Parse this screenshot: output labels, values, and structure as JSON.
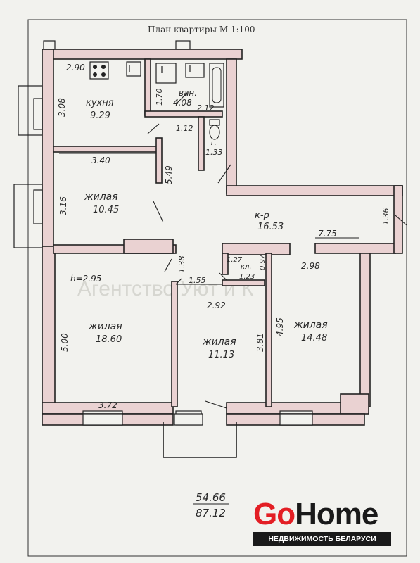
{
  "title": "План квартиры М 1:100",
  "watermark": "Агентство Уют и К",
  "ceiling_height": "h=2.95",
  "rooms": {
    "kitchen": {
      "name": "кухня",
      "area": "9.29"
    },
    "bath": {
      "name": "ван.",
      "area": "4.08"
    },
    "toilet": {
      "name": "т.",
      "area": "1.33"
    },
    "living1": {
      "name": "жилая",
      "area": "10.45"
    },
    "corridor": {
      "name": "к-р",
      "area": "16.53"
    },
    "closet": {
      "name": "кл.",
      "area": "1.23"
    },
    "living2": {
      "name": "жилая",
      "area": "18.60"
    },
    "living3": {
      "name": "жилая",
      "area": "11.13"
    },
    "living4": {
      "name": "жилая",
      "area": "14.48"
    }
  },
  "dimensions": {
    "d_290": "2.90",
    "d_308": "3.08",
    "d_170": "1.70",
    "d_212": "2.12",
    "d_112": "1.12",
    "d_340": "3.40",
    "d_549": "5.49",
    "d_316": "3.16",
    "d_775": "7.75",
    "d_136": "1.36",
    "d_127": "1.27",
    "d_097": "0.97",
    "d_298": "2.98",
    "d_138": "1.38",
    "d_155": "1.55",
    "d_292": "2.92",
    "d_500": "5.00",
    "d_381": "3.81",
    "d_495": "4.95",
    "d_372": "3.72"
  },
  "totals": {
    "living_area": "54.66",
    "total_area": "87.12"
  },
  "logo": {
    "go": "Go",
    "home": "Home",
    "tagline": "НЕДВИЖИМОСТЬ БЕЛАРУСИ"
  },
  "colors": {
    "wall_fill": "#ead2d2",
    "brand_red": "#e31e24",
    "brand_dark": "#1a1a1a"
  }
}
